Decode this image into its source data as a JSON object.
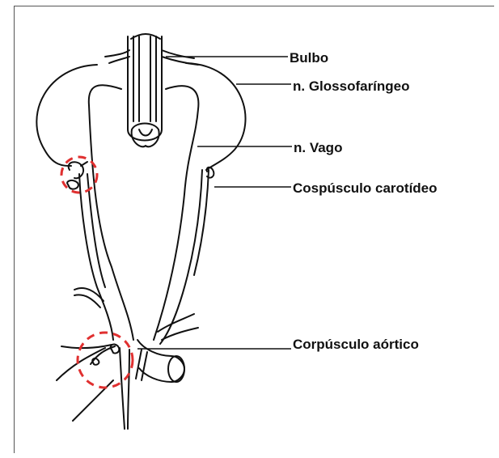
{
  "labels": {
    "bulbo": "Bulbo",
    "glossopharyngeal": "n. Glossofaríngeo",
    "vagus": "n. Vago",
    "carotid": "Cospúsculo carotídeo",
    "aortic": "Corpúsculo aórtico"
  },
  "colors": {
    "line": "#111111",
    "highlight_circle": "#e03030",
    "frame": "#555555"
  }
}
